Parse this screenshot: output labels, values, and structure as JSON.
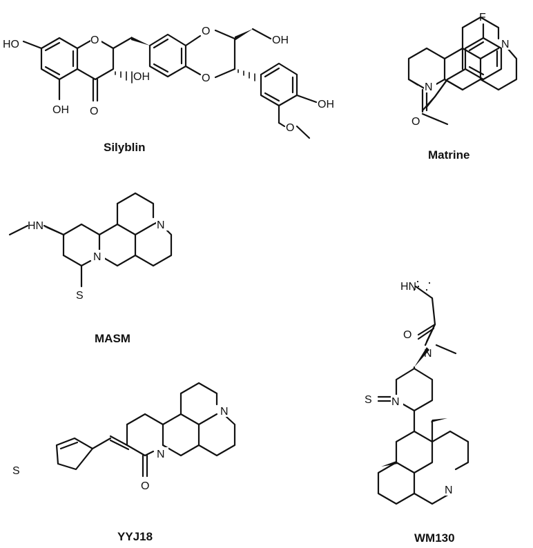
{
  "atom_labels": {
    "oxygen": "O",
    "hydroxyl": "OH",
    "hydroxyl_left": "HO",
    "nitrogen": "N",
    "sulfur": "S",
    "fluorine": "F",
    "amine_nh": "HN",
    "amine_h": "H"
  },
  "compounds": [
    {
      "name": "Silyblin"
    },
    {
      "name": "Matrine"
    },
    {
      "name": "MASM"
    },
    {
      "name": "WM130"
    },
    {
      "name": "YYJ18"
    }
  ],
  "colors": {
    "ink": "#111111",
    "background": "#ffffff"
  }
}
